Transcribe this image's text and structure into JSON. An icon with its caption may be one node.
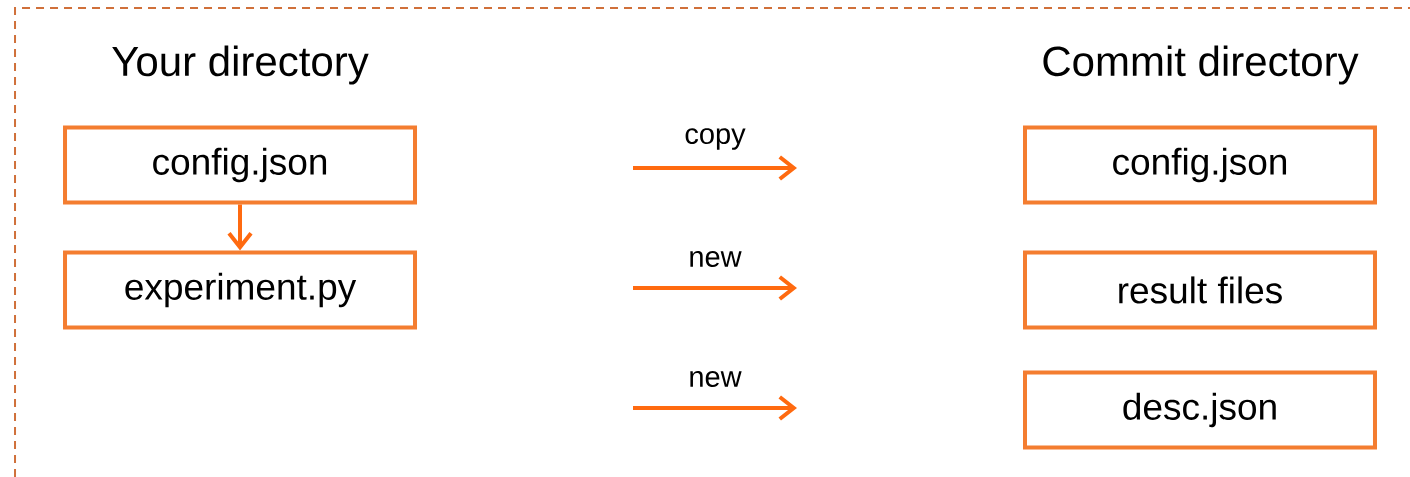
{
  "diagram": {
    "nodes": [
      {
        "text": [
          "config.json"
        ]
      },
      {
        "text": [
          "experiment.py"
        ]
      },
      {
        "text": [
          "config.json"
        ]
      },
      {
        "text": [
          "result files"
        ]
      },
      {
        "text": [
          "desc.json"
        ]
      }
    ],
    "edges": [
      {
        "from": 0,
        "to": 1,
        "arrow": "to"
      }
    ],
    "labels": [
      "Your directory",
      "Commit directory",
      "copy",
      "new",
      "new"
    ]
  }
}
